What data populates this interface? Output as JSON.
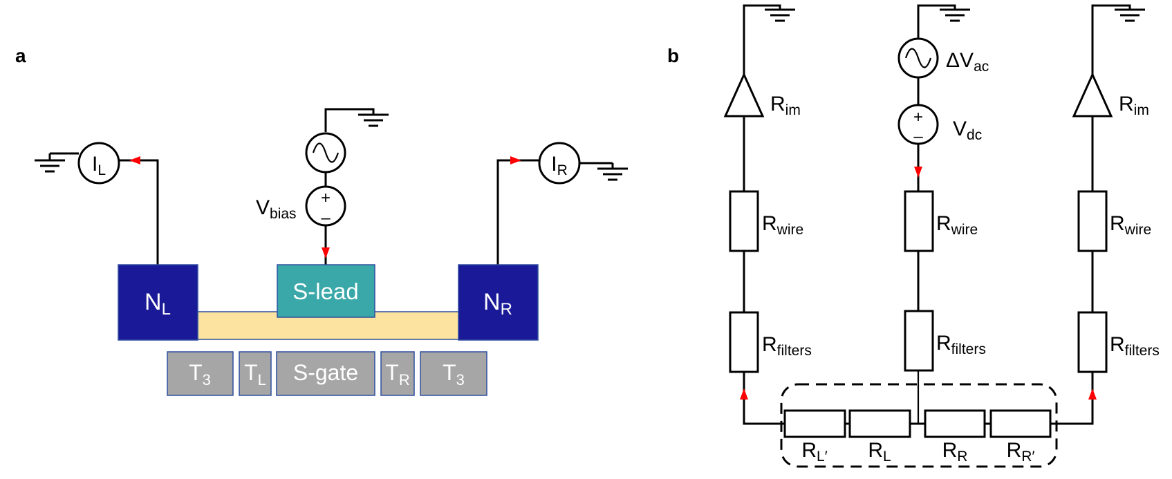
{
  "panel_a": {
    "label": "a",
    "left_meter": {
      "main": "I",
      "sub": "L"
    },
    "right_meter": {
      "main": "I",
      "sub": "R"
    },
    "bias": {
      "main": "V",
      "sub": "bias",
      "plus": "+",
      "minus": "–"
    },
    "nl": {
      "main": "N",
      "sub": "L"
    },
    "nr": {
      "main": "N",
      "sub": "R"
    },
    "slead": "S-lead",
    "gates": [
      {
        "main": "T",
        "sub": "3"
      },
      {
        "main": "T",
        "sub": "L"
      },
      {
        "main": "S-gate",
        "sub": ""
      },
      {
        "main": "T",
        "sub": "R"
      },
      {
        "main": "T",
        "sub": "3"
      }
    ],
    "colors": {
      "n_block": "#1a1a99",
      "s_lead": "#3aa8a8",
      "channel": "#fce4a0",
      "gate": "#a6a6a6",
      "gate_border": "#2f4f9f",
      "arrow": "#ff0000"
    }
  },
  "panel_b": {
    "label": "b",
    "ac": {
      "main": "ΔV",
      "sub": "ac"
    },
    "dc": {
      "main": "V",
      "sub": "dc",
      "plus": "+",
      "minus": "–"
    },
    "rim_left": {
      "main": "R",
      "sub": "im"
    },
    "rim_right": {
      "main": "R",
      "sub": "im"
    },
    "rwire_left": {
      "main": "R",
      "sub": "wire"
    },
    "rwire_mid": {
      "main": "R",
      "sub": "wire"
    },
    "rwire_right": {
      "main": "R",
      "sub": "wire"
    },
    "rfilt_left": {
      "main": "R",
      "sub": "filters"
    },
    "rfilt_mid": {
      "main": "R",
      "sub": "filters"
    },
    "rfilt_right": {
      "main": "R",
      "sub": "filters"
    },
    "bottom": [
      {
        "main": "R",
        "sub": "L′"
      },
      {
        "main": "R",
        "sub": "L"
      },
      {
        "main": "R",
        "sub": "R"
      },
      {
        "main": "R",
        "sub": "R′"
      }
    ]
  }
}
